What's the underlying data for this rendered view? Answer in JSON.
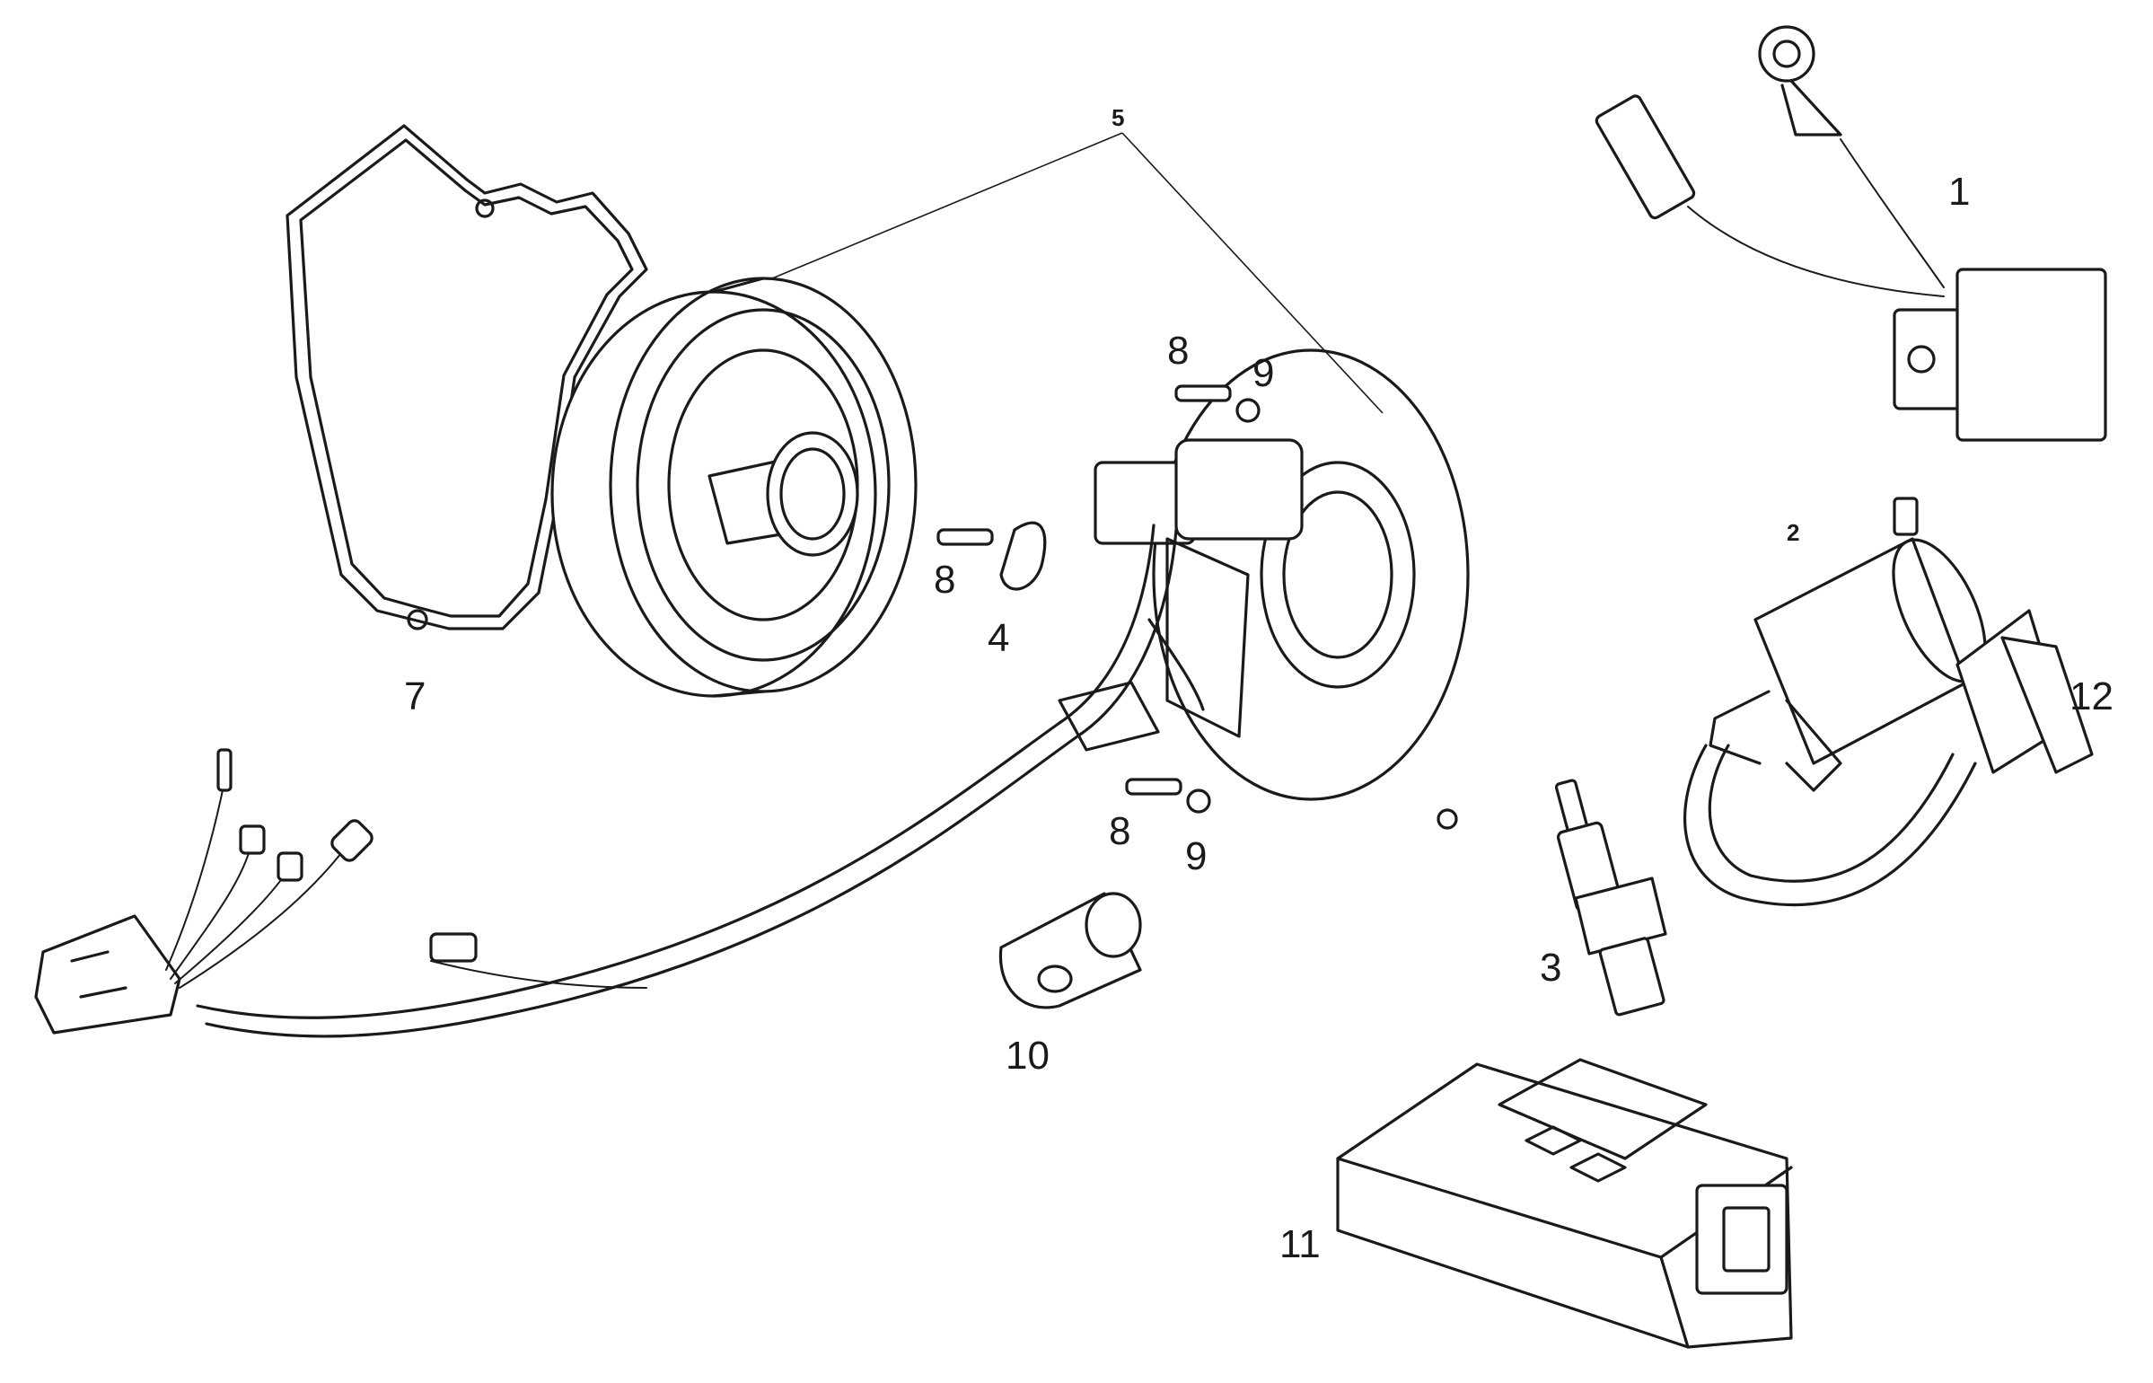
{
  "callouts": {
    "c1": "1",
    "c2": "2",
    "c3": "3",
    "c4": "4",
    "c5": "5",
    "c7": "7",
    "c8a": "8",
    "c8b": "8",
    "c8c": "8",
    "c9a": "9",
    "c9b": "9",
    "c10": "10",
    "c11": "11",
    "c12": "12"
  },
  "colors": {
    "line": "#1a1a1a",
    "background": "#ffffff"
  }
}
